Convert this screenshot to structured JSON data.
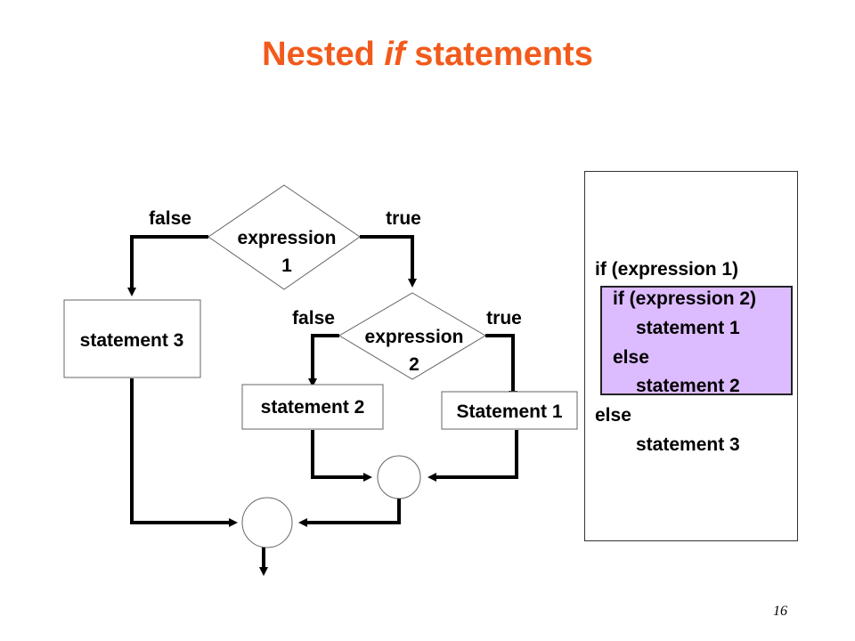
{
  "title": {
    "prefix": "Nested ",
    "italic": "if",
    "suffix": " statements",
    "color": "#f25a1b"
  },
  "flowchart": {
    "decision1": {
      "line1": "expression",
      "line2": "1",
      "false_label": "false",
      "true_label": "true"
    },
    "decision2": {
      "line1": "expression",
      "line2": "2",
      "false_label": "false",
      "true_label": "true"
    },
    "statement3": "statement 3",
    "statement2": "statement 2",
    "statement1": "Statement 1"
  },
  "code": {
    "lines": [
      "if (expression 1)",
      "if (expression 2)",
      "statement 1",
      "else",
      "statement 2",
      "else",
      "statement 3"
    ],
    "highlight_color": "#ddbbff"
  },
  "page_number": "16"
}
